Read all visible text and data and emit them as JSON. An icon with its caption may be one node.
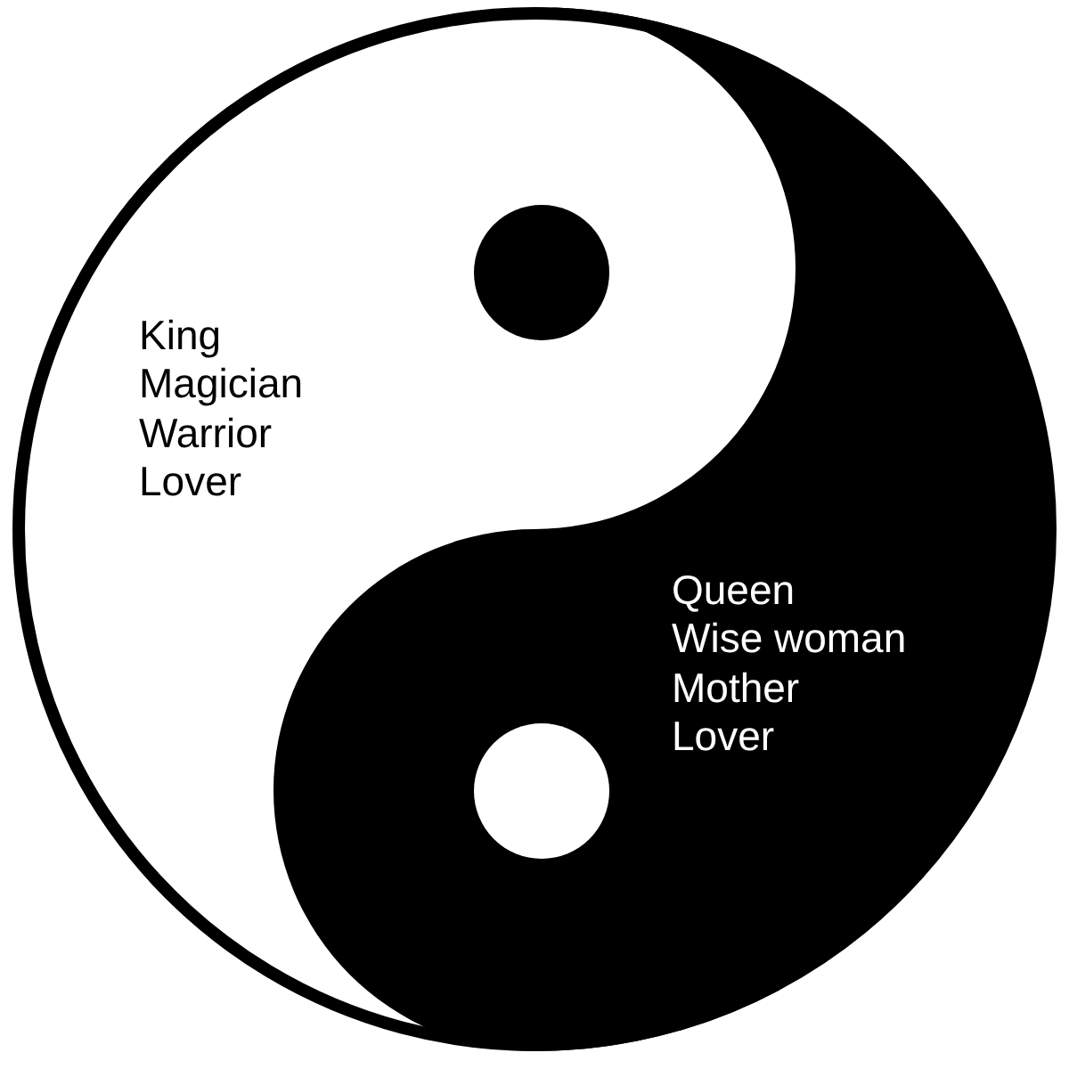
{
  "diagram": {
    "labels": [
      "King",
      "Magician",
      "Warrior",
      "Lover",
      "Queen",
      "Wise woman",
      "Mother",
      "Lover"
    ]
  }
}
